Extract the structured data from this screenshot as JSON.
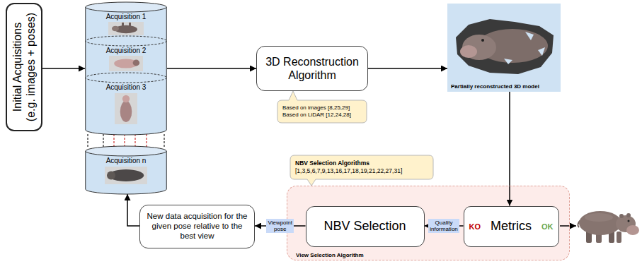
{
  "diagram": {
    "nodes": [
      {
        "text": [
          "Initial Acquisitions",
          "(e.g. images + poses)"
        ]
      },
      {
        "text": [
          "Acquisition 1"
        ]
      },
      {
        "text": [
          "Acquisition 2"
        ]
      },
      {
        "text": [
          "Acquisition 3"
        ]
      },
      {
        "text": [
          "Acquisition n"
        ]
      },
      {
        "text": [
          "3D Reconstruction Algorithm"
        ]
      },
      {
        "text": [
          "Based on images [8,25,29]",
          "Based on LiDAR [12,24,28]"
        ]
      },
      {
        "text": [
          "Partially reconstructed 3D model"
        ]
      },
      {
        "text": [
          "NBV Selection Algorithms",
          "[1,3,5,6,7,9,13,16,17,18,19,21,22,27,31]"
        ]
      },
      {
        "text": [
          "View Selection Algorithm"
        ]
      },
      {
        "text": [
          "NBV Selection"
        ],
        "in": 9
      },
      {
        "text": [
          "KO",
          "Metrics",
          "OK"
        ],
        "in": 9
      },
      {
        "text": [
          "New data acquisition for the given pose relative to the best view"
        ]
      }
    ],
    "edges": [
      {
        "from": 0,
        "to": 2,
        "arrow": "to"
      },
      {
        "from": 2,
        "to": 5,
        "arrow": "to"
      },
      {
        "from": 5,
        "to": 7,
        "arrow": "to"
      },
      {
        "from": 7,
        "to": 11,
        "arrow": "to"
      },
      {
        "from": 11,
        "to": 10,
        "label": "Quality information",
        "arrow": "to"
      },
      {
        "from": 10,
        "to": 12,
        "label": "Viewpoint pose",
        "arrow": "to"
      },
      {
        "from": 12,
        "to": 4,
        "arrow": "to"
      }
    ]
  }
}
